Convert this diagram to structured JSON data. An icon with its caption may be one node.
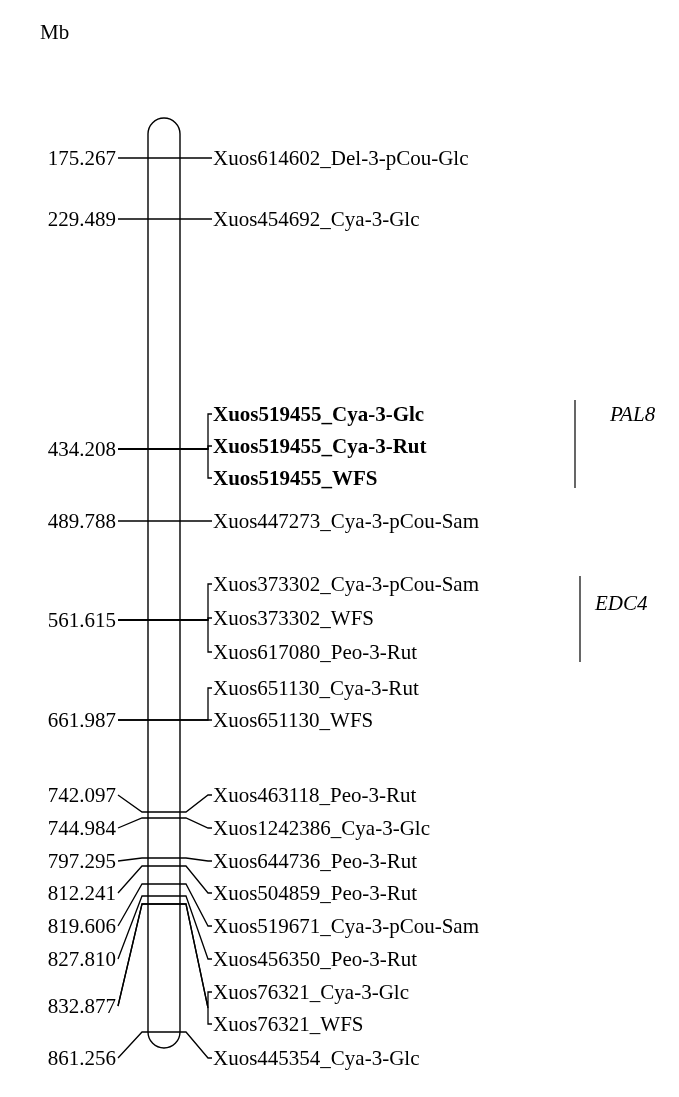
{
  "diagram": {
    "nodes": [
      {
        "text": [
          "175.267"
        ]
      },
      {
        "text": [
          "Xuos614602_Del-3-pCou-Glc"
        ]
      },
      {
        "text": [
          "229.489"
        ]
      },
      {
        "text": [
          "Xuos454692_Cya-3-Glc"
        ]
      },
      {
        "text": [
          "434.208"
        ]
      },
      {
        "text": [
          "Xuos519455_Cya-3-Glc"
        ]
      },
      {
        "text": [
          "Xuos519455_Cya-3-Rut"
        ]
      },
      {
        "text": [
          "Xuos519455_WFS"
        ]
      },
      {
        "text": [
          "489.788"
        ]
      },
      {
        "text": [
          "Xuos447273_Cya-3-pCou-Sam"
        ]
      },
      {
        "text": [
          "561.615"
        ]
      },
      {
        "text": [
          "Xuos373302_Cya-3-pCou-Sam"
        ]
      },
      {
        "text": [
          "Xuos373302_WFS"
        ]
      },
      {
        "text": [
          "Xuos617080_Peo-3-Rut"
        ]
      },
      {
        "text": [
          "661.987"
        ]
      },
      {
        "text": [
          "Xuos651130_Cya-3-Rut"
        ]
      },
      {
        "text": [
          "Xuos651130_WFS"
        ]
      },
      {
        "text": [
          "742.097"
        ]
      },
      {
        "text": [
          "Xuos463118_Peo-3-Rut"
        ]
      },
      {
        "text": [
          "744.984"
        ]
      },
      {
        "text": [
          "Xuos1242386_Cya-3-Glc"
        ]
      },
      {
        "text": [
          "797.295"
        ]
      },
      {
        "text": [
          "Xuos644736_Peo-3-Rut"
        ]
      },
      {
        "text": [
          "812.241"
        ]
      },
      {
        "text": [
          "Xuos504859_Peo-3-Rut"
        ]
      },
      {
        "text": [
          "819.606"
        ]
      },
      {
        "text": [
          "Xuos519671_Cya-3-pCou-Sam"
        ]
      },
      {
        "text": [
          "827.810"
        ]
      },
      {
        "text": [
          "Xuos456350_Peo-3-Rut"
        ]
      },
      {
        "text": [
          "832.877"
        ]
      },
      {
        "text": [
          "Xuos76321_Cya-3-Glc"
        ]
      },
      {
        "text": [
          "Xuos76321_WFS"
        ]
      },
      {
        "text": [
          "861.256"
        ]
      },
      {
        "text": [
          "Xuos445354_Cya-3-Glc"
        ]
      }
    ],
    "edges": [
      {
        "from": 0,
        "to": 1,
        "arrow": "none"
      },
      {
        "from": 2,
        "to": 3,
        "arrow": "none"
      },
      {
        "from": 4,
        "to": 5,
        "arrow": "none"
      },
      {
        "from": 4,
        "to": 6,
        "arrow": "none"
      },
      {
        "from": 4,
        "to": 7,
        "arrow": "none"
      },
      {
        "from": 8,
        "to": 9,
        "arrow": "none"
      },
      {
        "from": 10,
        "to": 11,
        "arrow": "none"
      },
      {
        "from": 10,
        "to": 12,
        "arrow": "none"
      },
      {
        "from": 10,
        "to": 13,
        "arrow": "none"
      },
      {
        "from": 14,
        "to": 15,
        "arrow": "none"
      },
      {
        "from": 14,
        "to": 16,
        "arrow": "none"
      },
      {
        "from": 17,
        "to": 18,
        "arrow": "none"
      },
      {
        "from": 19,
        "to": 20,
        "arrow": "none"
      },
      {
        "from": 21,
        "to": 22,
        "arrow": "none"
      },
      {
        "from": 23,
        "to": 24,
        "arrow": "none"
      },
      {
        "from": 25,
        "to": 26,
        "arrow": "none"
      },
      {
        "from": 27,
        "to": 28,
        "arrow": "none"
      },
      {
        "from": 29,
        "to": 30,
        "arrow": "none"
      },
      {
        "from": 29,
        "to": 31,
        "arrow": "none"
      },
      {
        "from": 32,
        "to": 33,
        "arrow": "none"
      }
    ],
    "labels": [
      "Mb",
      "PAL8",
      "EDC4"
    ]
  }
}
